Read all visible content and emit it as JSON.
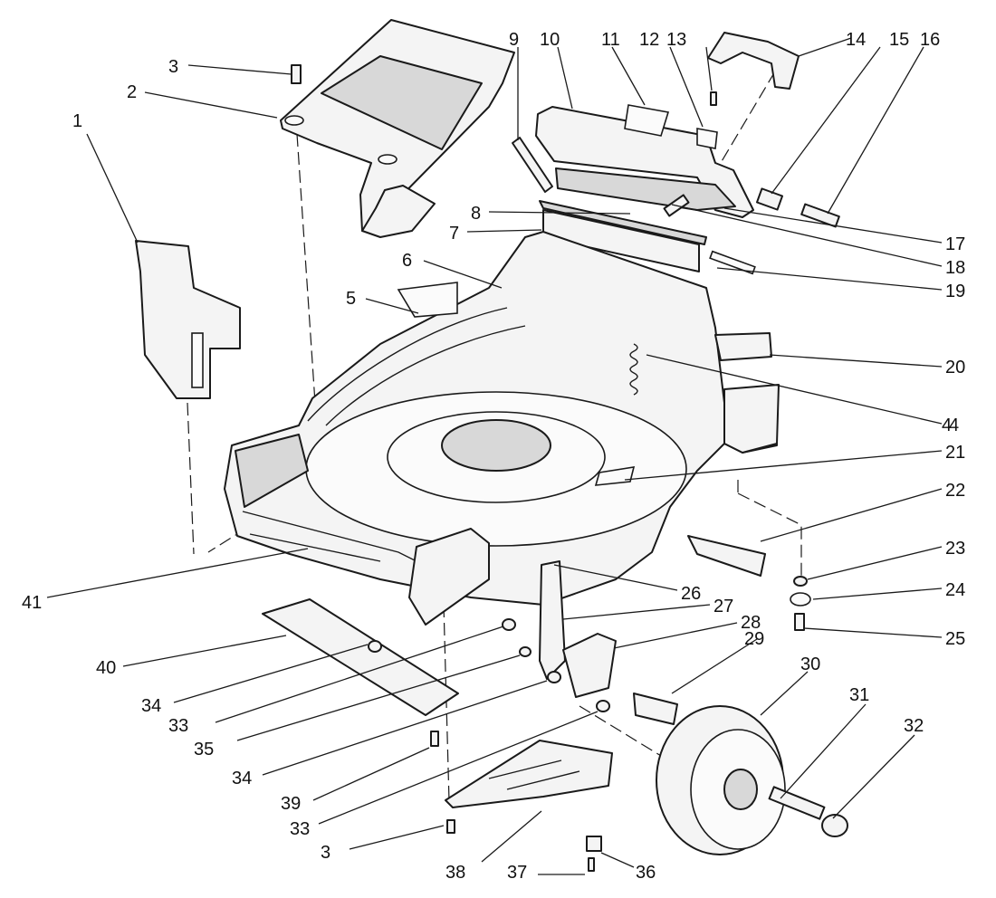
{
  "diagram": {
    "type": "exploded-parts-view",
    "colors": {
      "ink": "#1a1a1a",
      "paper": "#ffffff",
      "shade": "#d8d8d8"
    },
    "callouts": [
      {
        "label": "1"
      },
      {
        "label": "2"
      },
      {
        "label": "3"
      },
      {
        "label": "4"
      },
      {
        "label": "5"
      },
      {
        "label": "6"
      },
      {
        "label": "7"
      },
      {
        "label": "8"
      },
      {
        "label": "9"
      },
      {
        "label": "10"
      },
      {
        "label": "11"
      },
      {
        "label": "12"
      },
      {
        "label": "13"
      },
      {
        "label": "14"
      },
      {
        "label": "15"
      },
      {
        "label": "16"
      },
      {
        "label": "17"
      },
      {
        "label": "18"
      },
      {
        "label": "19"
      },
      {
        "label": "20"
      },
      {
        "label": "4"
      },
      {
        "label": "21"
      },
      {
        "label": "22"
      },
      {
        "label": "23"
      },
      {
        "label": "24"
      },
      {
        "label": "25"
      },
      {
        "label": "26"
      },
      {
        "label": "27"
      },
      {
        "label": "28"
      },
      {
        "label": "29"
      },
      {
        "label": "30"
      },
      {
        "label": "31"
      },
      {
        "label": "32"
      },
      {
        "label": "41"
      },
      {
        "label": "40"
      },
      {
        "label": "34"
      },
      {
        "label": "33"
      },
      {
        "label": "35"
      },
      {
        "label": "34"
      },
      {
        "label": "39"
      },
      {
        "label": "33"
      },
      {
        "label": "3"
      },
      {
        "label": "38"
      },
      {
        "label": "37"
      },
      {
        "label": "36"
      }
    ]
  }
}
